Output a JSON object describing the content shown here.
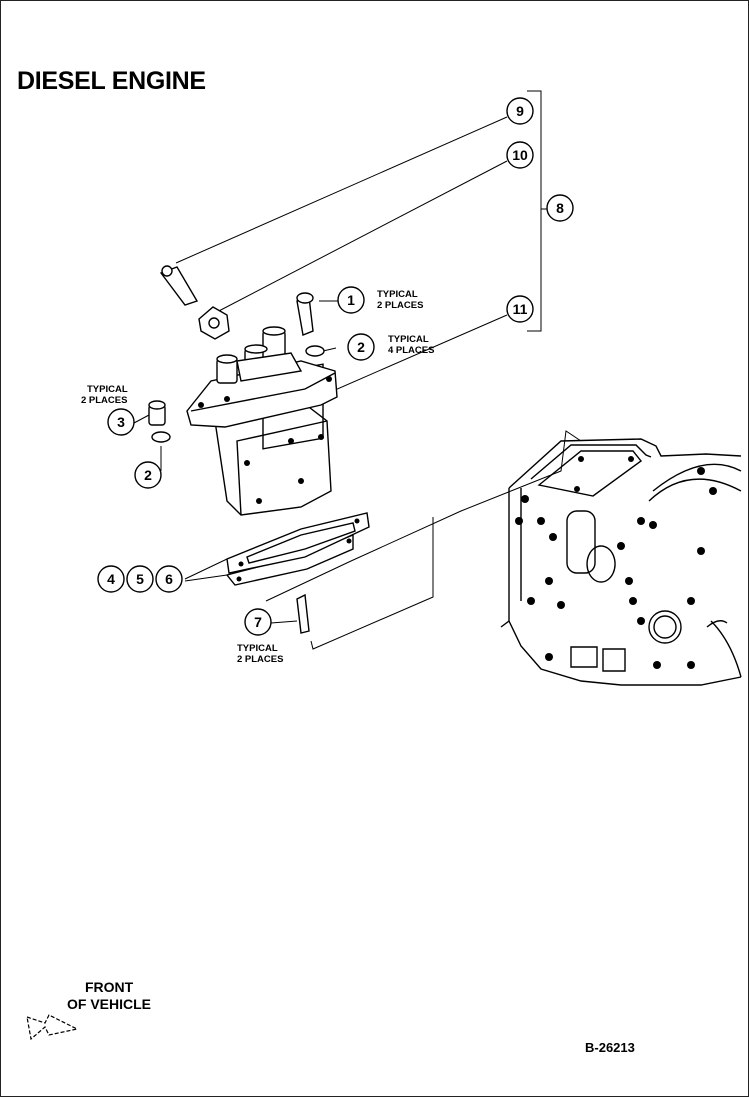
{
  "title": "DIESEL ENGINE",
  "callouts": {
    "c1": "1",
    "c2a": "2",
    "c2b": "2",
    "c3": "3",
    "c4": "4",
    "c5": "5",
    "c6": "6",
    "c7": "7",
    "c8": "8",
    "c9": "9",
    "c10": "10",
    "c11": "11"
  },
  "notes": {
    "n1_line1": "TYPICAL",
    "n1_line2": "2 PLACES",
    "n2_line1": "TYPICAL",
    "n2_line2": "4 PLACES",
    "n3_line1": "TYPICAL",
    "n3_line2": "2 PLACES",
    "n7_line1": "TYPICAL",
    "n7_line2": "2 PLACES"
  },
  "front_label_line1": "FRONT",
  "front_label_line2": "OF VEHICLE",
  "drawing_number": "B-26213"
}
